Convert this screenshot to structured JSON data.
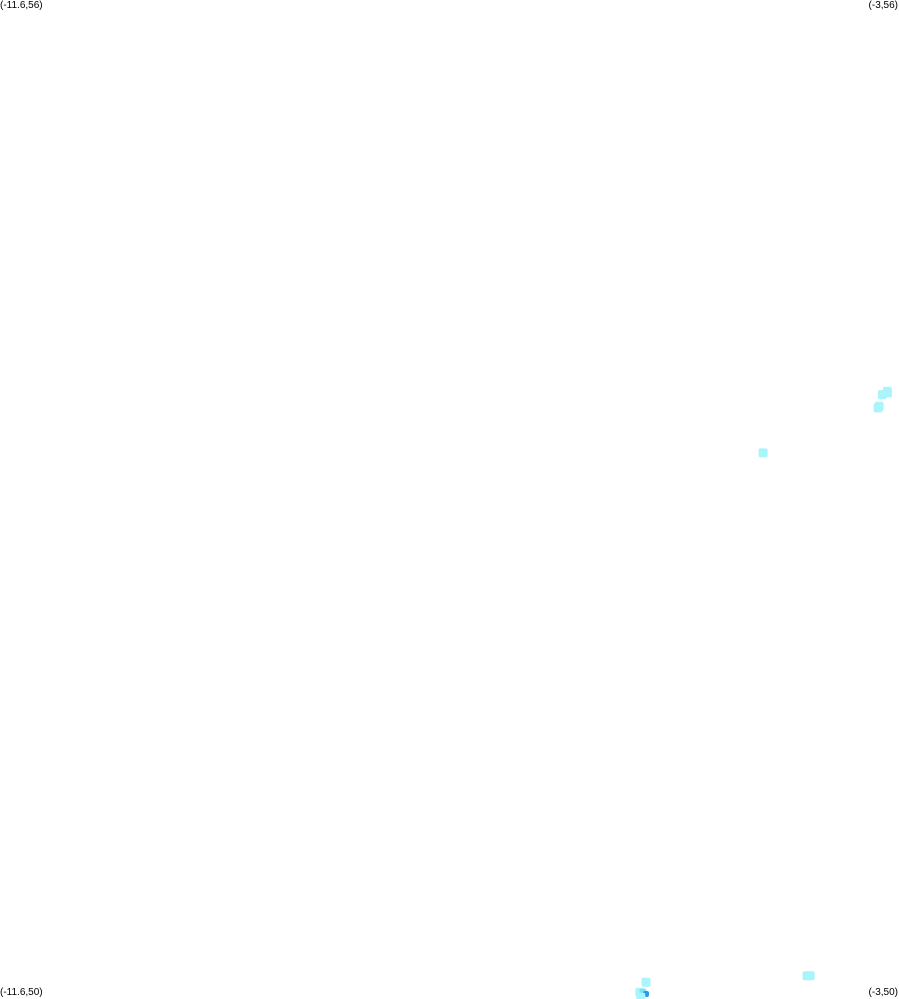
{
  "map": {
    "corners": {
      "top_left": "(-11.6,56)",
      "top_right": "(-3,56)",
      "bottom_left": "(-11.6,50)",
      "bottom_right": "(-3,50)"
    },
    "bounds": {
      "lon_min": -11.6,
      "lon_max": -3,
      "lat_min": 50,
      "lat_max": 56
    },
    "colors": {
      "background": "#ffffff",
      "light_cyan": "#aaf4fc",
      "medium_cyan": "#7fdff7",
      "deep_blue": "#2a9be8"
    },
    "patches": [
      {
        "lon": -3.16,
        "lat": 53.63,
        "level": "light"
      },
      {
        "lon": -3.11,
        "lat": 53.65,
        "level": "light"
      },
      {
        "lon": -3.11,
        "lat": 53.64,
        "level": "light"
      },
      {
        "lon": -3.2,
        "lat": 53.55,
        "level": "light"
      },
      {
        "lon": -3.19,
        "lat": 53.56,
        "level": "light"
      },
      {
        "lon": -4.3,
        "lat": 53.28,
        "level": "light"
      },
      {
        "lon": -3.88,
        "lat": 50.14,
        "level": "light"
      },
      {
        "lon": -3.85,
        "lat": 50.14,
        "level": "light"
      },
      {
        "lon": -5.42,
        "lat": 50.1,
        "level": "light"
      },
      {
        "lon": -5.48,
        "lat": 50.04,
        "level": "light"
      },
      {
        "lon": -5.45,
        "lat": 50.04,
        "level": "medium"
      },
      {
        "lon": -5.42,
        "lat": 50.03,
        "level": "deep"
      },
      {
        "lon": -5.47,
        "lat": 50.01,
        "level": "light"
      }
    ]
  }
}
